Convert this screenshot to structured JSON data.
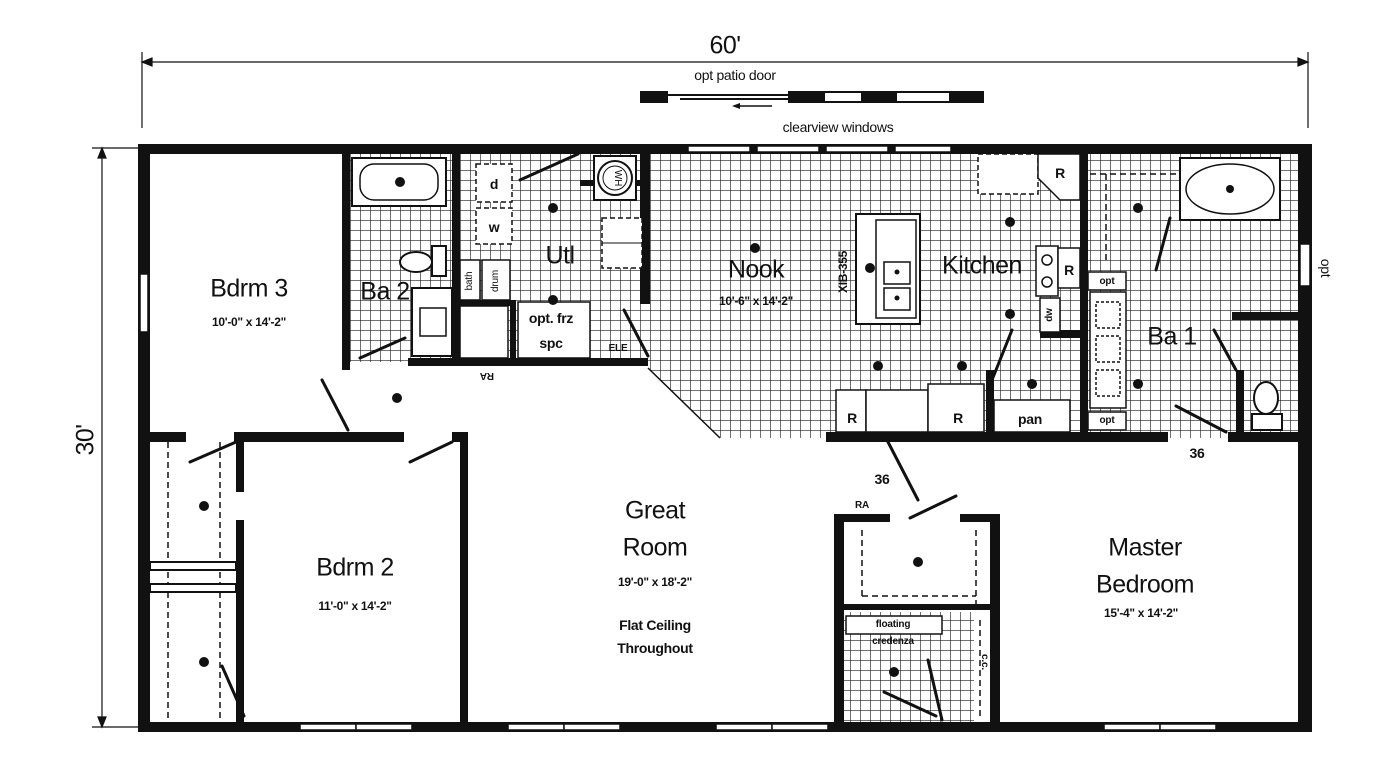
{
  "overall": {
    "width_label": "60'",
    "depth_label": "30'"
  },
  "notes": {
    "opt_patio_door": "opt patio door",
    "clearview_windows": "clearview windows",
    "opt_side": "opt",
    "flat_ceiling_1": "Flat Ceiling",
    "flat_ceiling_2": "Throughout"
  },
  "rooms": {
    "bdrm3": {
      "name": "Bdrm 3",
      "size": "10'-0\" x 14'-2\""
    },
    "ba2": {
      "name": "Ba 2"
    },
    "utl": {
      "name": "Utl"
    },
    "nook": {
      "name": "Nook",
      "size": "10'-6\" x 14'-2\""
    },
    "kitchen": {
      "name": "Kitchen"
    },
    "ba1": {
      "name": "Ba 1"
    },
    "bdrm2": {
      "name": "Bdrm 2",
      "size": "11'-0\" x 14'-2\""
    },
    "great": {
      "name1": "Great",
      "name2": "Room",
      "size": "19'-0\" x 18'-2\""
    },
    "master": {
      "name1": "Master",
      "name2": "Bedroom",
      "size": "15'-4\" x 14'-2\""
    }
  },
  "fixtures": {
    "dryer": "d",
    "washer": "w",
    "wh": "WH",
    "bath_vanity_opt": "bath",
    "drum": "drum",
    "opt_frz_1": "opt. frz",
    "opt_frz_2": "spc",
    "ele": "ELE",
    "ra_top": "RA",
    "ra_closet": "RA",
    "xib": "XIB-355",
    "refrigerator": "R",
    "range": "R",
    "r_a": "R",
    "r_b": "R",
    "dw": "dw",
    "pan": "pan",
    "opt_a": "opt",
    "opt_b": "opt",
    "door_36_a": "36",
    "door_36_b": "36",
    "floating": "floating",
    "credenza": "credenza",
    "closet_mark": "c.c."
  }
}
